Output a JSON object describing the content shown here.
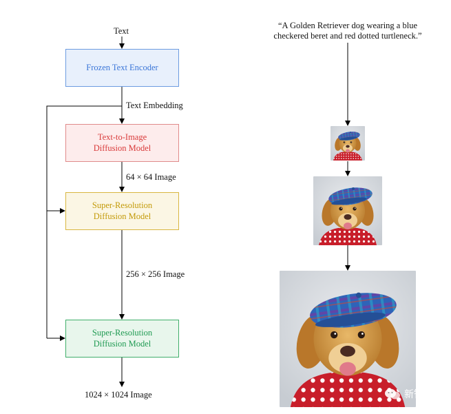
{
  "pipeline": {
    "input_label": "Text",
    "encoder": {
      "label": "Frozen Text Encoder"
    },
    "embedding_label": "Text Embedding",
    "t2i": {
      "line1": "Text-to-Image",
      "line2": "Diffusion Model"
    },
    "t2i_output": "64 × 64 Image",
    "sr1": {
      "line1": "Super-Resolution",
      "line2": "Diffusion Model"
    },
    "sr1_output": "256 × 256 Image",
    "sr2": {
      "line1": "Super-Resolution",
      "line2": "Diffusion Model"
    },
    "final_output": "1024 × 1024 Image"
  },
  "example": {
    "prompt_line1": "“A Golden Retriever dog wearing a blue",
    "prompt_line2": "checkered beret and red dotted turtleneck.”"
  },
  "watermark": {
    "text": "新智元"
  },
  "colors": {
    "encoder": "#3b76d8",
    "text_to_image": "#d93a3a",
    "super_resolution_1": "#c39a08",
    "super_resolution_2": "#1f9a52"
  }
}
